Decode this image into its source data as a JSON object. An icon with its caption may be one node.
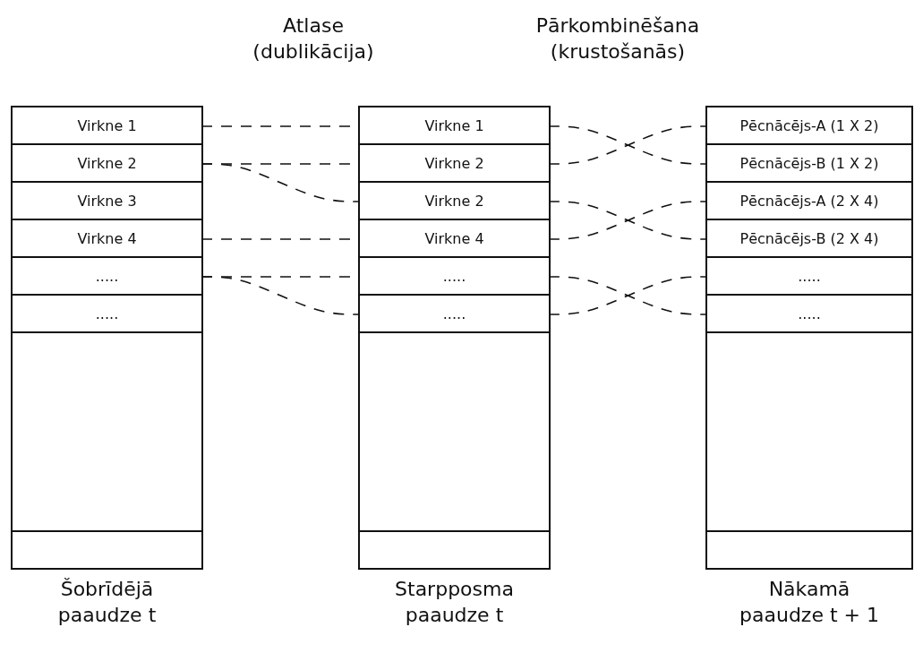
{
  "diagram": {
    "nodes": [
      {
        "text": [
          "Šobrīdējā paaudze t"
        ]
      },
      {
        "text": [
          "Virkne 1"
        ],
        "in": 0
      },
      {
        "text": [
          "Virkne 2"
        ],
        "in": 0
      },
      {
        "text": [
          "Virkne 3"
        ],
        "in": 0
      },
      {
        "text": [
          "Virkne 4"
        ],
        "in": 0
      },
      {
        "text": [
          "....."
        ],
        "in": 0
      },
      {
        "text": [
          "....."
        ],
        "in": 0
      },
      {
        "text": [],
        "shape": "box",
        "in": 0
      },
      {
        "text": [
          "Starpposma paaudze t"
        ]
      },
      {
        "text": [
          "Virkne 1"
        ],
        "in": 8
      },
      {
        "text": [
          "Virkne 2"
        ],
        "in": 8
      },
      {
        "text": [
          "Virkne 2"
        ],
        "in": 8
      },
      {
        "text": [
          "Virkne 4"
        ],
        "in": 8
      },
      {
        "text": [
          "....."
        ],
        "in": 8
      },
      {
        "text": [
          "....."
        ],
        "in": 8
      },
      {
        "text": [],
        "shape": "box",
        "in": 8
      },
      {
        "text": [
          "Nākamā paaudze t + 1"
        ]
      },
      {
        "text": [
          "Pēcnācējs-A (1 X 2)"
        ],
        "in": 16
      },
      {
        "text": [
          "Pēcnācējs-B (1 X 2)"
        ],
        "in": 16
      },
      {
        "text": [
          "Pēcnācējs-A (2 X 4)"
        ],
        "in": 16
      },
      {
        "text": [
          "Pēcnācējs-B (2 X 4)"
        ],
        "in": 16
      },
      {
        "text": [
          "....."
        ],
        "in": 16
      },
      {
        "text": [
          "....."
        ],
        "in": 16
      },
      {
        "text": [],
        "shape": "box",
        "in": 16
      }
    ],
    "edges": [
      {
        "from": 1,
        "to": 9,
        "arrow": "none",
        "style": "dashed"
      },
      {
        "from": 2,
        "to": 10,
        "arrow": "none",
        "style": "dashed"
      },
      {
        "from": 2,
        "to": 11,
        "arrow": "none",
        "style": "dashed"
      },
      {
        "from": 4,
        "to": 12,
        "arrow": "none",
        "style": "dashed"
      },
      {
        "from": 5,
        "to": 13,
        "arrow": "none",
        "style": "dashed"
      },
      {
        "from": 5,
        "to": 14,
        "arrow": "none",
        "style": "dashed"
      },
      {
        "from": 9,
        "to": 18,
        "arrow": "none",
        "style": "dashed"
      },
      {
        "from": 10,
        "to": 17,
        "arrow": "none",
        "style": "dashed"
      },
      {
        "from": 11,
        "to": 20,
        "arrow": "none",
        "style": "dashed"
      },
      {
        "from": 12,
        "to": 19,
        "arrow": "none",
        "style": "dashed"
      },
      {
        "from": 13,
        "to": 22,
        "arrow": "none",
        "style": "dashed"
      },
      {
        "from": 14,
        "to": 21,
        "arrow": "none",
        "style": "dashed"
      }
    ],
    "labels": [
      "Atlase (dublikācija)",
      "Pārkombinēšana (krustošanās)"
    ]
  }
}
